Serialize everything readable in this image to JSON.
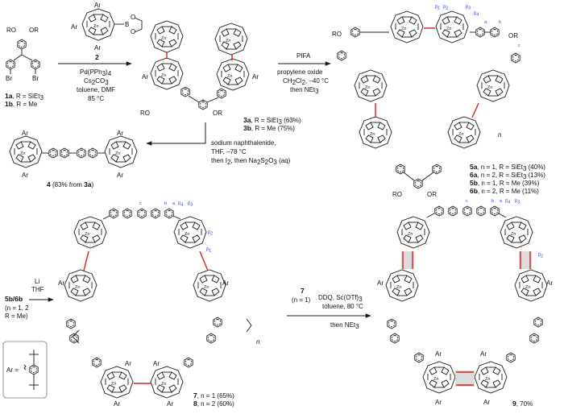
{
  "compounds": {
    "c1": {
      "label": "1a",
      "r": ", R = SiEt",
      "sub": "3",
      "label_b": "1b",
      "r_b": ", R = Me",
      "ro": "RO",
      "or": "OR",
      "br1": "Br",
      "br2": "Br"
    },
    "c2": {
      "label": "2",
      "ar_top": "Ar",
      "ar_left": "Ar",
      "ar_bottom": "Ar",
      "zn": "Zn",
      "b": "B",
      "o1": "O",
      "o2": "O"
    },
    "c3": {
      "a": "3a",
      "a_r": ", R = SiEt",
      "a_sub": "3",
      "a_yield": " (63%)",
      "b": "3b",
      "b_r": ", R = Me (75%)",
      "ro": "RO",
      "or": "OR",
      "ar": "Ar"
    },
    "c4": {
      "label": "4",
      "yield": " (83% from ",
      "src": "3a",
      "close": ")",
      "ar": "Ar"
    },
    "c5": {
      "l1a": "5a",
      "l1": ", n = 1, R = SiEt",
      "s1": "3",
      "y1": " (40%)",
      "l2a": "6a",
      "l2": ", n = 2, R = SiEt",
      "s2": "3",
      "y2": " (13%)",
      "l3a": "5b",
      "l3": ", n = 1, R = Me (39%)",
      "l4a": "6b",
      "l4": ", n = 2, R = Me (11%)",
      "ro": "RO",
      "or": "OR",
      "n": "n",
      "beta1": "β",
      "beta1s": "1",
      "beta2": "β",
      "beta2s": "2",
      "beta3": "β",
      "beta3s": "3",
      "beta4": "β",
      "beta4s": "4",
      "a": "a",
      "b": "b",
      "c": "c"
    },
    "c7": {
      "l1a": "7",
      "l1": ", n = 1 (65%)",
      "l2a": "8",
      "l2": ", n = 2 (60%)",
      "n": "n"
    },
    "c9": {
      "label": "9",
      "yield": ", 70%"
    }
  },
  "conditions": {
    "step1": {
      "reagent": "Pd(PPh",
      "reagent_sub": "3",
      "reagent_end": ")",
      "reagent_sub2": "4",
      "base": "Cs",
      "base_sub": "2",
      "base_mid": "CO",
      "base_sub2": "3",
      "solvent": "toluene, DMF",
      "temp": "85 °C"
    },
    "step2": {
      "reagent": "PIFA",
      "l2": "propylene oxide",
      "l3": "CH",
      "l3s": "2",
      "l3b": "Cl",
      "l3s2": "2",
      "l3c": ", –40 °C",
      "l4": "then NEt",
      "l4s": "3"
    },
    "step3": {
      "l1": "sodium naphthalenide,",
      "l2": "THF, –78 °C",
      "l3": "then I",
      "l3s": "2",
      "l3b": ", then Na",
      "l3s2": "2",
      "l3c": "S",
      "l3s3": "2",
      "l3d": "O",
      "l3s4": "3",
      "l3e": " (aq)"
    },
    "step4": {
      "l1": "Li",
      "l2": "THF",
      "sm": "5b/6b",
      "n": "(n = 1, 2",
      "r": "R = Me)"
    },
    "step5": {
      "sm": "7",
      "n": "(n = 1)",
      "l1": "DDQ, Sc(OTf)",
      "l1s": "3",
      "l2": "toluene, 80 °C",
      "l3": "then NEt",
      "l3s": "3"
    }
  },
  "legend": {
    "ar_def": "Ar ="
  },
  "atoms": {
    "zn": "Zn",
    "n": "N",
    "ar": "Ar"
  }
}
